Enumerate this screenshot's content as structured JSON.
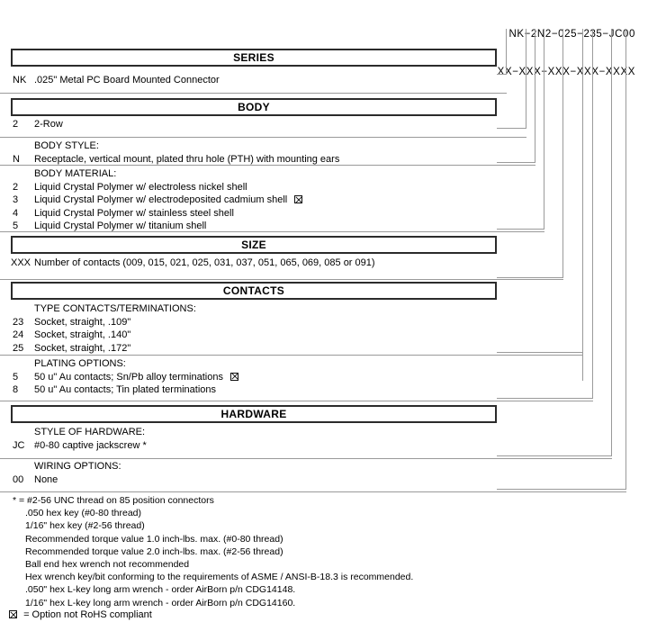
{
  "part_number": {
    "example": "NK−2N2−025−235−JC00",
    "mask": "XX−XXX−XXX−XXX−XXXX"
  },
  "sections": [
    {
      "header": "SERIES",
      "groups": [
        {
          "title": null,
          "rows": [
            {
              "code": "NK",
              "text": ".025\" Metal PC Board Mounted Connector",
              "rohs": false
            }
          ]
        }
      ]
    },
    {
      "header": "BODY",
      "groups": [
        {
          "title": null,
          "rows": [
            {
              "code": "2",
              "text": "2-Row",
              "rohs": false
            }
          ]
        },
        {
          "title": "BODY STYLE:",
          "rows": [
            {
              "code": "N",
              "text": "Receptacle, vertical mount, plated thru hole (PTH) with mounting ears",
              "rohs": false
            }
          ]
        },
        {
          "title": "BODY MATERIAL:",
          "rows": [
            {
              "code": "2",
              "text": "Liquid Crystal Polymer w/ electroless nickel shell",
              "rohs": false
            },
            {
              "code": "3",
              "text": "Liquid Crystal Polymer w/ electrodeposited cadmium shell",
              "rohs": true
            },
            {
              "code": "4",
              "text": "Liquid Crystal Polymer w/ stainless steel shell",
              "rohs": false
            },
            {
              "code": "5",
              "text": "Liquid Crystal Polymer w/ titanium shell",
              "rohs": false
            }
          ]
        }
      ]
    },
    {
      "header": "SIZE",
      "groups": [
        {
          "title": null,
          "rows": [
            {
              "code": "XXX",
              "text": "Number of contacts (009, 015, 021, 025, 031, 037, 051, 065, 069, 085 or 091)",
              "rohs": false
            }
          ]
        }
      ]
    },
    {
      "header": "CONTACTS",
      "groups": [
        {
          "title": "TYPE CONTACTS/TERMINATIONS:",
          "rows": [
            {
              "code": "23",
              "text": "Socket, straight, .109\"",
              "rohs": false
            },
            {
              "code": "24",
              "text": "Socket, straight, .140\"",
              "rohs": false
            },
            {
              "code": "25",
              "text": "Socket, straight, .172\"",
              "rohs": false
            }
          ]
        },
        {
          "title": "PLATING OPTIONS:",
          "rows": [
            {
              "code": "5",
              "text": "50 u\" Au contacts; Sn/Pb alloy terminations",
              "rohs": true
            },
            {
              "code": "8",
              "text": "50 u\" Au contacts; Tin plated terminations",
              "rohs": false
            }
          ]
        }
      ]
    },
    {
      "header": "HARDWARE",
      "groups": [
        {
          "title": "STYLE OF HARDWARE:",
          "rows": [
            {
              "code": "JC",
              "text": "#0-80 captive jackscrew *",
              "rohs": false
            }
          ]
        },
        {
          "title": "WIRING OPTIONS:",
          "rows": [
            {
              "code": "00",
              "text": "None",
              "rohs": false
            }
          ]
        }
      ]
    }
  ],
  "footnotes": [
    "* = #2-56 UNC thread on 85 position connectors",
    ".050 hex key (#0-80 thread)",
    "1/16\" hex key (#2-56 thread)",
    "Recommended torque value 1.0 inch-lbs. max. (#0-80 thread)",
    "Recommended torque value 2.0 inch-lbs. max. (#2-56 thread)",
    "Ball end hex wrench not recommended",
    "Hex wrench key/bit conforming to the requirements of ASME / ANSI-B-18.3 is recommended.",
    ".050\" hex L-key long arm wrench - order AirBorn p/n CDG14148.",
    "1/16\" hex L-key long arm wrench - order AirBorn p/n CDG14160."
  ],
  "legend": "= Option not RoHS compliant",
  "colors": {
    "line": "#9a9a9a",
    "box_border": "#2b2b2b",
    "text": "#000000"
  }
}
